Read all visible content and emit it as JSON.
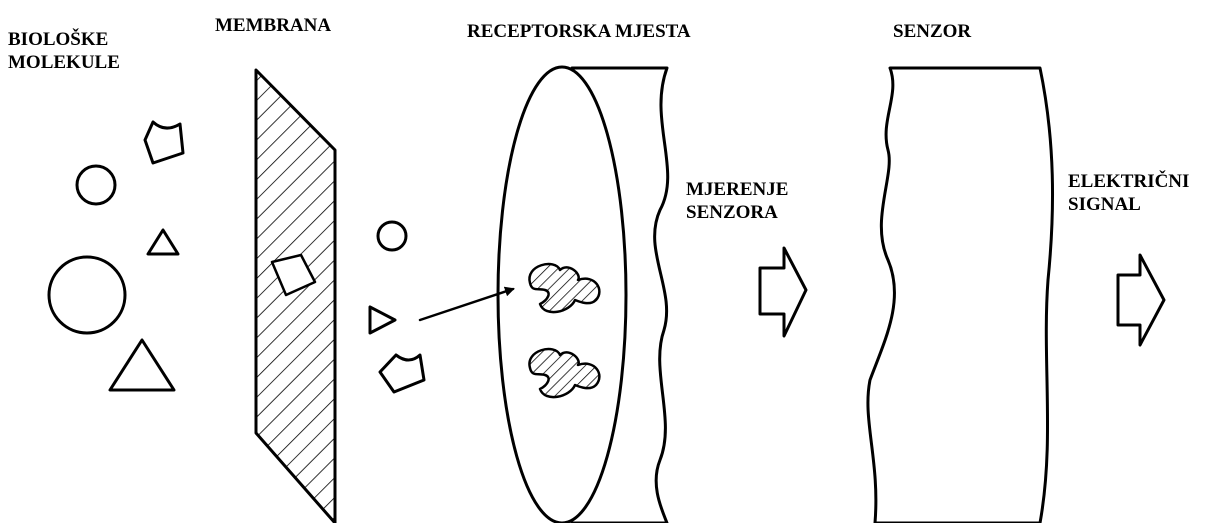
{
  "labels": {
    "bio_molecules": {
      "line1": "BIOLOŠKE",
      "line2": "MOLEKULE"
    },
    "membrane": "MEMBRANA",
    "receptor_sites": "RECEPTORSKA MJESTA",
    "sensor_measurement": {
      "line1": "MJERENJE",
      "line2": "SENZORA"
    },
    "sensor": "SENZOR",
    "electric_signal": {
      "line1": "ELEKTRIČNI",
      "line2": "SIGNAL"
    }
  },
  "colors": {
    "ink": "#000000",
    "paper": "#ffffff"
  }
}
